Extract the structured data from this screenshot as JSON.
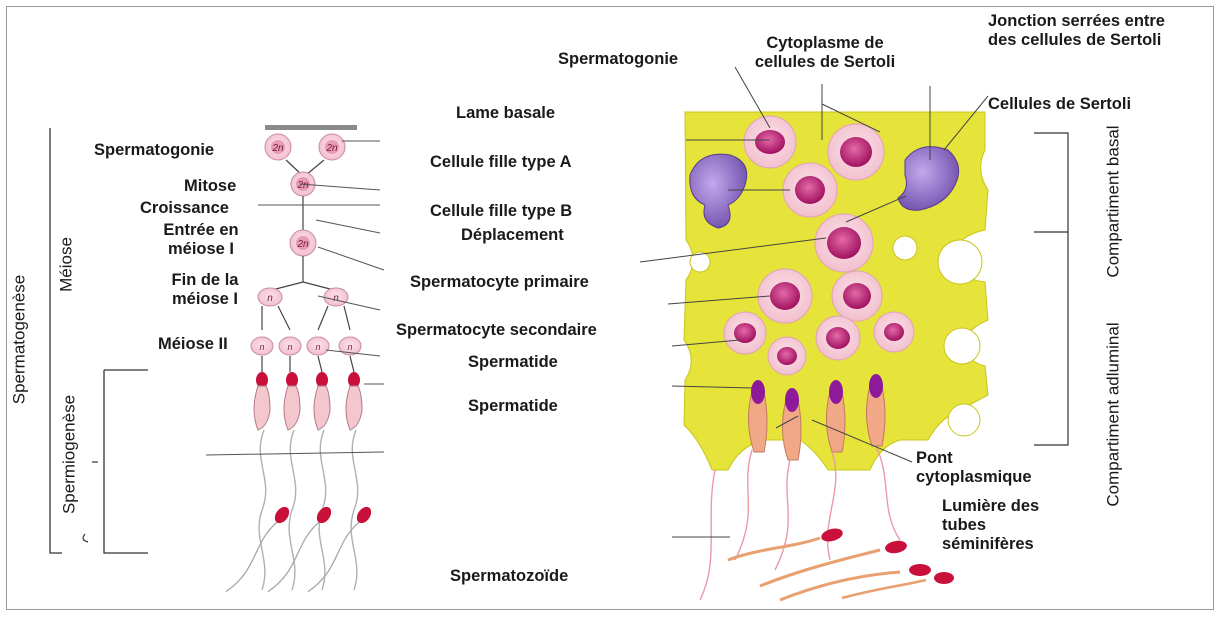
{
  "labels_left": {
    "spermatogonie": "Spermatogonie",
    "mitose": "Mitose",
    "croissance": "Croissance",
    "entree_meiose": "Entrée en méiose I",
    "fin_meiose": "Fin de la méiose I",
    "meiose2": "Méiose II"
  },
  "labels_vertical": {
    "spermatogenese": "Spermatogenèse",
    "meiose": "Méiose",
    "spermiogenese": "Spermiogenèse",
    "compartiment_basal": "Compartiment basal",
    "compartiment_adluminal": "Compartiment adluminal"
  },
  "labels_center": {
    "lame_basale": "Lame basale",
    "cellule_fille_a": "Cellule fille type A",
    "cellule_fille_b": "Cellule fille type B",
    "deplacement": "Déplacement",
    "spermatocyte_primaire": "Spermatocyte primaire",
    "spermatocyte_secondaire": "Spermatocyte secondaire",
    "spermatide1": "Spermatide",
    "spermatide2": "Spermatide",
    "spermatozoide": "Spermatozoïde",
    "spermatogonie_top": "Spermatogonie"
  },
  "labels_right": {
    "cytoplasme": "Cytoplasme de cellules de Sertoli",
    "jonction": "Jonction serrées entre des cellules de Sertoli",
    "cellules_sertoli": "Cellules de Sertoli",
    "pont": "Pont cytoplasmique",
    "lumiere": "Lumière des tubes séminifères"
  },
  "cell_marks": {
    "diploid": "2n",
    "haploid": "n"
  },
  "colors": {
    "sertoli_yellow": "#e4e23a",
    "nucleus_magenta": "#b0126e",
    "cell_pink": "#f3c7d2",
    "sertoli_nucleus_purple": "#8f6fc8",
    "line": "#333333"
  }
}
